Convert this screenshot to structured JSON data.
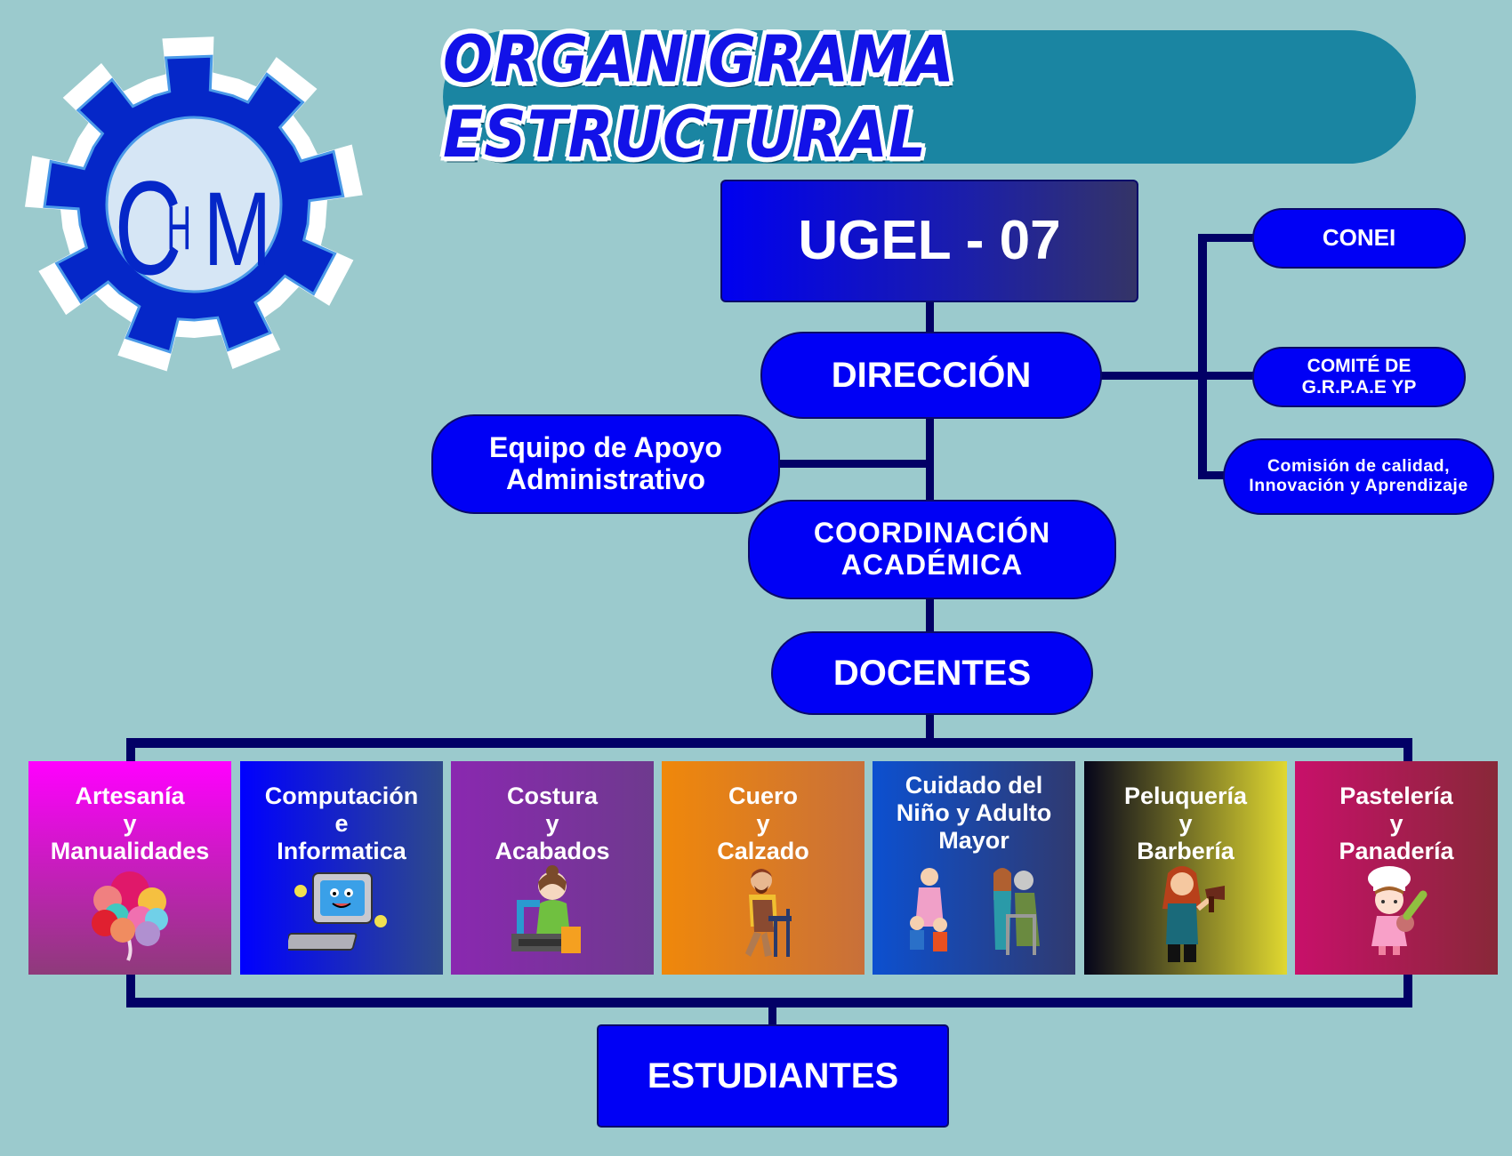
{
  "title": "ORGANIGRAMA ESTRUCTURAL",
  "logo": {
    "text_c": "C",
    "text_h": "H",
    "text_m": "M",
    "icon": "gear-logo-icon",
    "primary_color": "#0527c8",
    "inner_color": "#d6e6f5"
  },
  "colors": {
    "background": "#9bcacd",
    "title_pill": "#1a85a2",
    "node_fill": "#0000f5",
    "connector": "#020066"
  },
  "nodes": {
    "ugel": "UGEL - 07",
    "direccion": "DIRECCIÓN",
    "equipo": "Equipo de Apoyo\nAdministrativo",
    "coordinacion": "COORDINACIÓN\nACADÉMICA",
    "docentes": "DOCENTES",
    "estudiantes": "ESTUDIANTES"
  },
  "committees": [
    {
      "label": "CONEI"
    },
    {
      "label": "COMITÉ DE\nG.R.P.A.E YP"
    },
    {
      "label": "Comisión de calidad,\nInnovación y Aprendizaje"
    }
  ],
  "workshops": [
    {
      "label": "Artesanía\ny\nManualidades",
      "icon": "balloons-icon",
      "gradient": [
        "#ff00ff",
        "#8e3b7a"
      ]
    },
    {
      "label": "Computación\ne\nInformatica",
      "icon": "computer-icon",
      "gradient": [
        "#0000ff",
        "#2e4a8a"
      ]
    },
    {
      "label": "Costura\ny\nAcabados",
      "icon": "sewing-machine-icon",
      "gradient": [
        "#8a28b0",
        "#6e3a8e"
      ]
    },
    {
      "label": "Cuero\ny\nCalzado",
      "icon": "shoemaker-icon",
      "gradient": [
        "#f0880a",
        "#c8703a"
      ]
    },
    {
      "label": "Cuidado del\nNiño y Adulto\nMayor",
      "icon": "caregiver-icon",
      "gradient": [
        "#0c50d0",
        "#303a70"
      ]
    },
    {
      "label": "Peluquería\ny\nBarbería",
      "icon": "hairdresser-icon",
      "gradient": [
        "#05051a",
        "#e0d830"
      ]
    },
    {
      "label": "Pastelería\ny\nPanadería",
      "icon": "baker-icon",
      "gradient": [
        "#c8106a",
        "#882838"
      ]
    }
  ]
}
